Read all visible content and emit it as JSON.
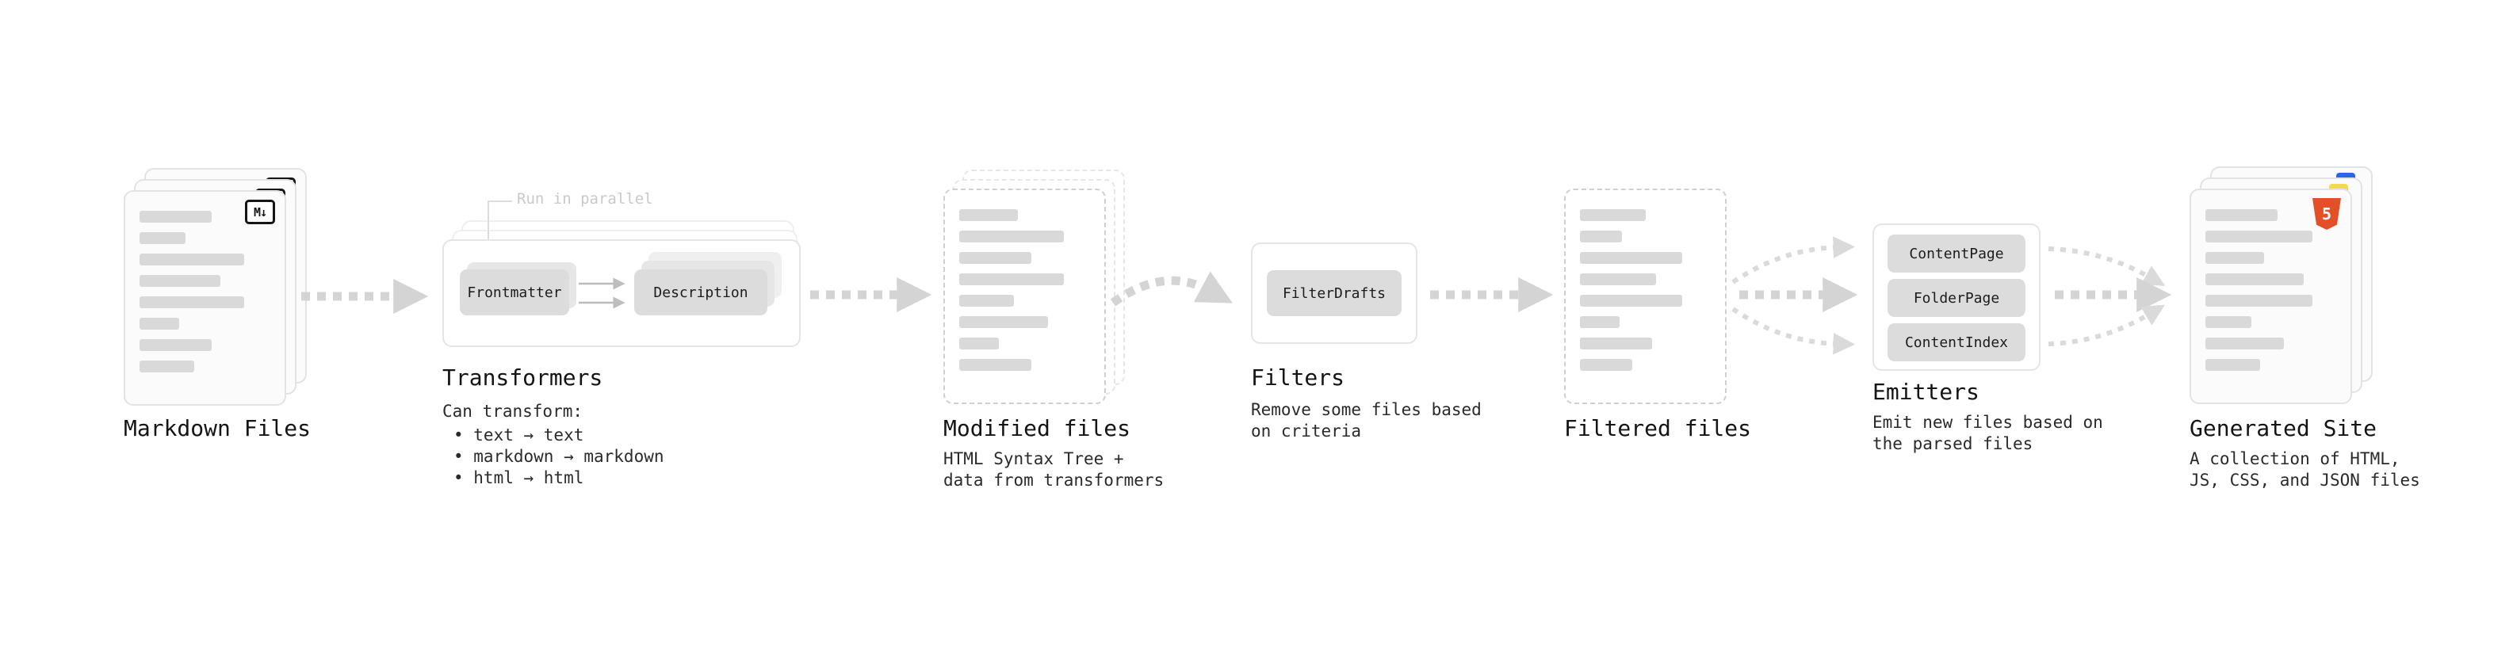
{
  "colors": {
    "arrow": "#d4d4d4",
    "box_fill": "#dcdcdc",
    "card_border": "#e3e3e3",
    "dashed_border": "#cfcfcf",
    "bar": "#d9d9d9",
    "label": "#141414",
    "muted": "#c9c9c9",
    "accent_html": "#e34f26",
    "accent_js": "#f0db4f",
    "accent_css": "#2965f1"
  },
  "nodes": {
    "markdown_files": {
      "label": "Markdown Files",
      "icon_text": "M↓"
    },
    "transformers": {
      "label": "Transformers",
      "callout": "Run in parallel",
      "step_frontmatter": "Frontmatter",
      "step_description": "Description",
      "note": "Can transform:",
      "bullets": [
        "• text → text",
        "• markdown → markdown",
        "• html → html"
      ]
    },
    "modified_files": {
      "label": "Modified files",
      "desc": [
        "HTML Syntax Tree +",
        "data from transformers"
      ]
    },
    "filters": {
      "label": "Filters",
      "step": "FilterDrafts",
      "desc": [
        "Remove some files based",
        "on criteria"
      ]
    },
    "filtered_files": {
      "label": "Filtered files"
    },
    "emitters": {
      "label": "Emitters",
      "steps": [
        "ContentPage",
        "FolderPage",
        "ContentIndex"
      ],
      "desc": [
        "Emit new files based on",
        "the parsed files"
      ]
    },
    "generated_site": {
      "label": "Generated Site",
      "icon_text": "5",
      "desc": [
        "A collection of HTML,",
        "JS, CSS, and JSON files"
      ]
    }
  }
}
